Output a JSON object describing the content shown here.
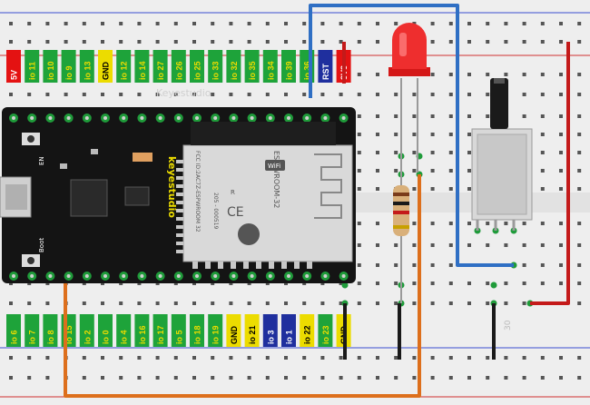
{
  "board": {
    "brand_small": "Keyestudio",
    "brand_vertical": "keyestudio",
    "button_en": "EN",
    "button_boot": "Boot",
    "module_name": "ESP-WROOM-32",
    "module_fcc": "FCC ID:2AC7Z-ESPWROOM 32",
    "module_code": "205 - 000519",
    "module_r": "R",
    "module_wifi": "WiFi",
    "top_pins": [
      "5V",
      "io 11",
      "io 10",
      "io 9",
      "io 13",
      "GND",
      "io 12",
      "io 14",
      "io 27",
      "io 26",
      "io 25",
      "io 33",
      "io 32",
      "io 35",
      "io 34",
      "io 39",
      "io 36",
      "RST",
      "3V3"
    ],
    "bottom_pins": [
      "io 6",
      "io 7",
      "io 8",
      "io 15",
      "io 2",
      "io 0",
      "io 4",
      "io 16",
      "io 17",
      "io 5",
      "io 18",
      "io 19",
      "GND",
      "io 21",
      "io 3",
      "io 1",
      "io 22",
      "io 23",
      "GND"
    ]
  },
  "breadboard": {
    "row_number": "30"
  },
  "colors": {
    "wire_blue": "#2f6fc4",
    "wire_red": "#c41a1a",
    "wire_orange": "#dd6f1c",
    "wire_black": "#1a1a1a",
    "board_black": "#141414",
    "pin_green": "#1f9b3a",
    "label_yellow": "#ecdc00",
    "label_green": "#1ea33a",
    "label_red": "#e41212",
    "label_blue": "#1f2f9e"
  }
}
